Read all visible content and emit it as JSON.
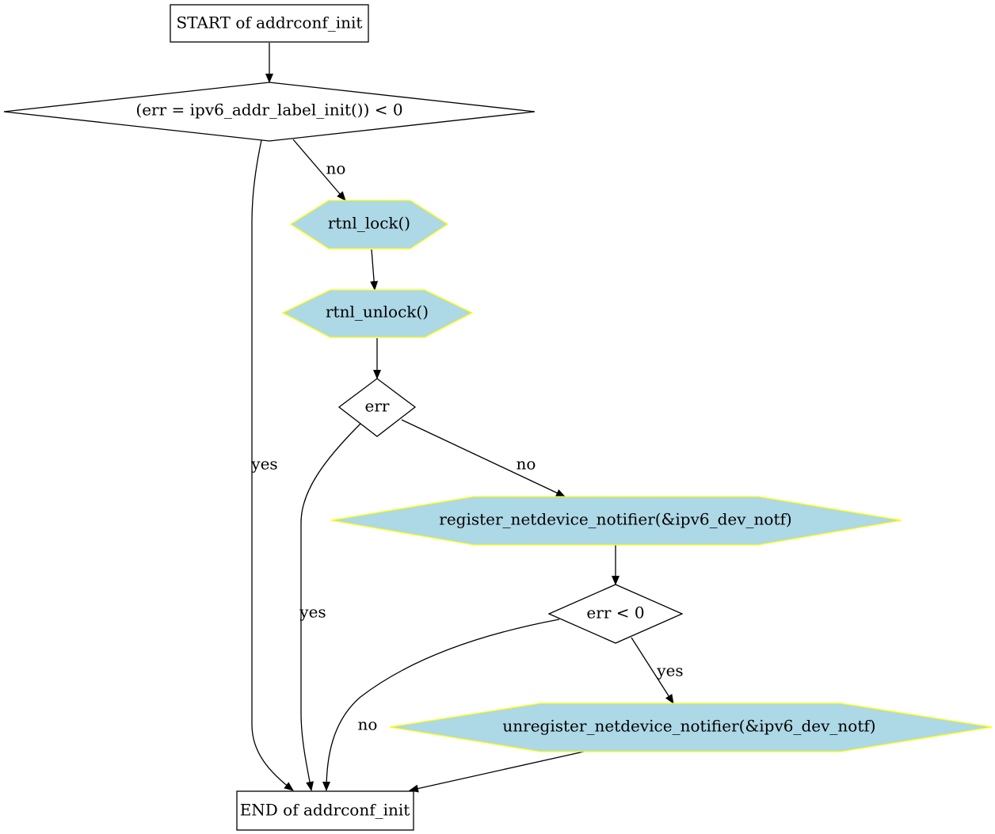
{
  "nodes": {
    "start": "START of addrconf_init",
    "cond_label_init": "(err = ipv6_addr_label_init()) < 0",
    "rtnl_lock": "rtnl_lock()",
    "rtnl_unlock": "rtnl_unlock()",
    "cond_err": "err",
    "register_notifier": "register_netdevice_notifier(&ipv6_dev_notf)",
    "cond_err_lt0": "err < 0",
    "unregister_notifier": "unregister_netdevice_notifier(&ipv6_dev_notf)",
    "end": "END of addrconf_init"
  },
  "edges": {
    "label_init_no": "no",
    "label_init_yes": "yes",
    "err_no": "no",
    "err_yes": "yes",
    "err_lt0_yes": "yes",
    "err_lt0_no": "no"
  },
  "colors": {
    "process_fill": "#add8e6",
    "process_stroke": "#ffff00",
    "line": "#000000"
  }
}
